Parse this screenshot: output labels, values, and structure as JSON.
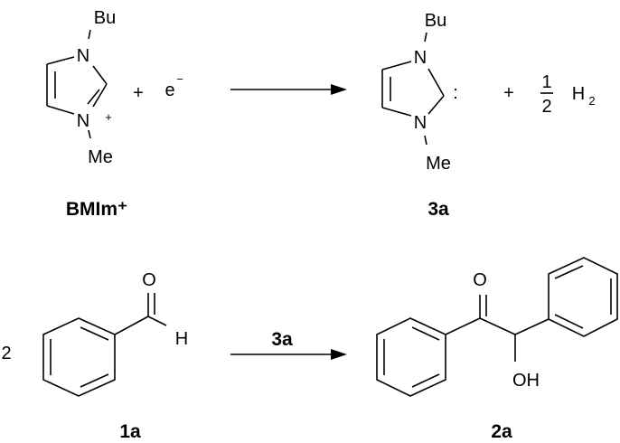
{
  "reaction1": {
    "reactant": {
      "name": "BMIm+",
      "label": "BMIm⁺",
      "substituent_top": "Bu",
      "substituent_bottom": "Me",
      "atom_top": "N",
      "atom_bottom": "N",
      "charge": "+"
    },
    "plus1": "+",
    "electron": "e",
    "electron_charge": "−",
    "product": {
      "label": "3a",
      "substituent_top": "Bu",
      "substituent_bottom": "Me",
      "atom_top": "N",
      "atom_bottom": "N",
      "lone_pair": ":"
    },
    "plus2": "+",
    "coef_num": "1",
    "coef_den": "2",
    "byproduct": "H",
    "byproduct_sub": "2"
  },
  "reaction2": {
    "coefficient": "2",
    "reactant": {
      "label": "1a",
      "oxygen": "O",
      "hydrogen": "H"
    },
    "catalyst": "3a",
    "product": {
      "label": "2a",
      "oxygen": "O",
      "hydroxyl": "OH"
    }
  }
}
